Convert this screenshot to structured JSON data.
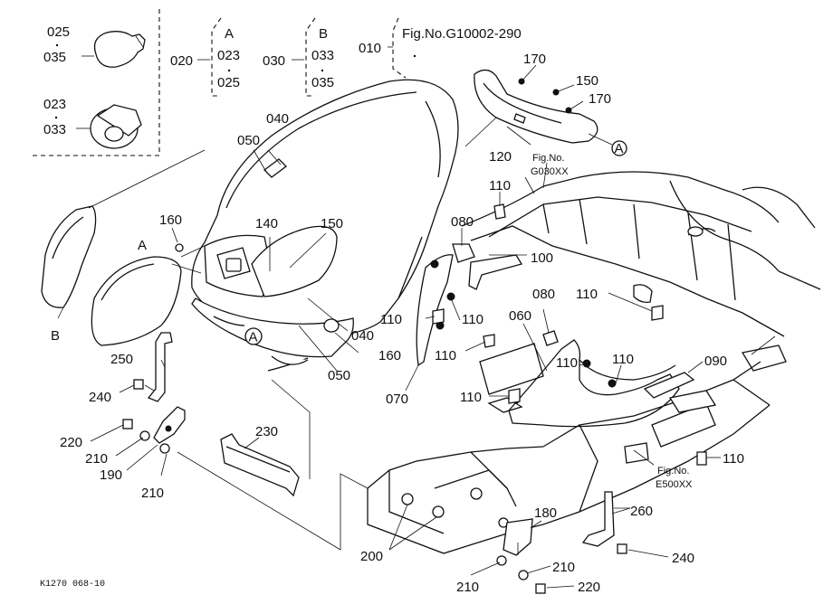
{
  "figure": {
    "fig_number": "Fig.No.G10002-290",
    "footer_code": "K1270 068-10"
  },
  "legend": {
    "bulb_top": "025",
    "bulb_bottom": "035",
    "socket_top": "023",
    "socket_bottom": "033",
    "group_020": "020",
    "group_a_letter": "A",
    "group_a_1": "023",
    "group_a_2": "025",
    "group_030": "030",
    "group_b_letter": "B",
    "group_b_1": "033",
    "group_b_2": "035",
    "ref_010": "010"
  },
  "callouts": {
    "c170a": "170",
    "c150a": "150",
    "c170b": "170",
    "c120": "120",
    "c040a": "040",
    "c050a": "050",
    "c160a": "160",
    "c140": "140",
    "c150b": "150",
    "c080a": "080",
    "c110a": "110",
    "c100": "100",
    "c110b": "110",
    "c110c": "110",
    "c040b": "040",
    "c160b": "160",
    "c050b": "050",
    "c110d": "110",
    "c110e": "110",
    "c070": "070",
    "c110f": "110",
    "c060": "060",
    "c080b": "080",
    "c110g": "110",
    "c110h": "110",
    "c090": "090",
    "c110i": "110",
    "c250": "250",
    "c240a": "240",
    "c220a": "220",
    "c210a": "210",
    "c190": "190",
    "c210b": "210",
    "c230": "230",
    "c200": "200",
    "c180": "180",
    "c260": "260",
    "c240b": "240",
    "c210c": "210",
    "c210d": "210",
    "c220b": "220",
    "letter_a_left": "A",
    "letter_b_left": "B",
    "circle_a1": "A",
    "circle_a2": "A"
  },
  "cross_refs": {
    "g030_line1": "Fig.No.",
    "g030_line2": "G030XX",
    "e500_line1": "Fig.No.",
    "e500_line2": "E500XX"
  }
}
